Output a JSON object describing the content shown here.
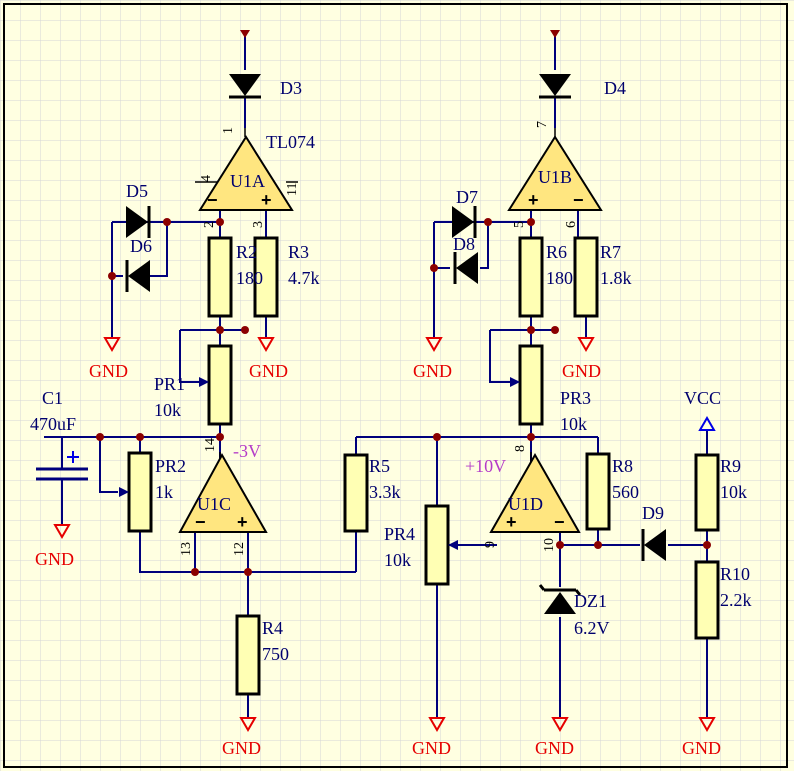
{
  "labels": {
    "d3": "D3",
    "d4": "D4",
    "d5": "D5",
    "d6": "D6",
    "d7": "D7",
    "d8": "D8",
    "d9": "D9",
    "dz1": "DZ1",
    "dz1_value": "6.2V",
    "ic_part": "TL074",
    "u1a": "U1A",
    "u1b": "U1B",
    "u1c": "U1C",
    "u1d": "U1D",
    "r2": "R2",
    "r2_value": "180",
    "r3": "R3",
    "r3_value": "4.7k",
    "r4": "R4",
    "r4_value": "750",
    "r5": "R5",
    "r5_value": "3.3k",
    "r6": "R6",
    "r6_value": "180",
    "r7": "R7",
    "r7_value": "1.8k",
    "r8": "R8",
    "r8_value": "560",
    "r9": "R9",
    "r9_value": "10k",
    "r10": "R10",
    "r10_value": "2.2k",
    "pr1": "PR1",
    "pr1_value": "10k",
    "pr2": "PR2",
    "pr2_value": "1k",
    "pr3": "PR3",
    "pr3_value": "10k",
    "pr4": "PR4",
    "pr4_value": "10k",
    "c1": "C1",
    "c1_value": "470uF",
    "neg3v": "-3V",
    "pos10v": "+10V",
    "vcc": "VCC",
    "gnd": "GND"
  },
  "pins": {
    "p1": "1",
    "p2": "2",
    "p3": "3",
    "p4": "4",
    "p11": "11",
    "p5": "5",
    "p6": "6",
    "p7": "7",
    "p8": "8",
    "p9": "9",
    "p10": "10",
    "p12": "12",
    "p13": "13",
    "p14": "14"
  },
  "colors": {
    "background": "#ffffe1",
    "wire": "#00007d",
    "ground": "#e60000",
    "vcc": "#0000e6",
    "opamp_fill": "#ffe680",
    "resistor_fill": "#ffffb4",
    "junction": "#8b0000",
    "voltage_label": "#b43cc8"
  }
}
